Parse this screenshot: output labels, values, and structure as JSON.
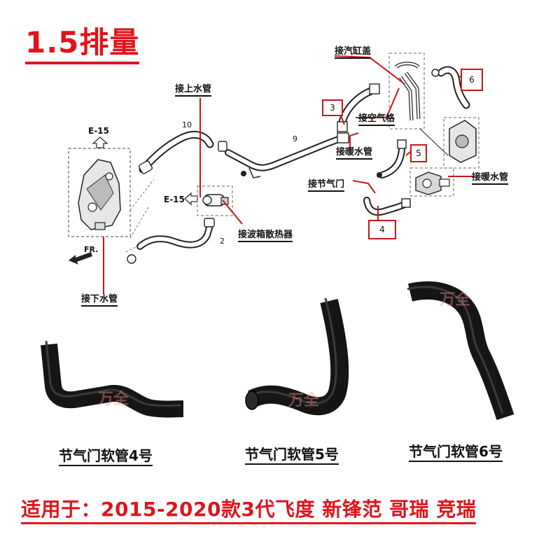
{
  "title": "1.5排量",
  "labels": {
    "upper_hose": "接上水管",
    "cylinder_cover": "接汽缸盖",
    "air_grille": "接空气格",
    "heater_hose_1": "接暖水管",
    "heater_hose_2": "接暖水管",
    "throttle": "接节气门",
    "trans_radiator": "接波箱散热器",
    "lower_hose": "接下水管"
  },
  "diagram": {
    "e15_top": "E-15",
    "e15_left": "E-15",
    "fr": "FR.",
    "num_10": "10",
    "num_9": "9",
    "num_2": "2",
    "num_3": "3",
    "num_4": "4",
    "num_5": "5",
    "num_6": "6"
  },
  "watermark": "万全",
  "parts": [
    {
      "label": "节气门软管4号"
    },
    {
      "label": "节气门软管5号"
    },
    {
      "label": "节气门软管6号"
    }
  ],
  "footer": "适用于：2015-2020款3代飞度 新锋范 哥瑞 竞瑞",
  "colors": {
    "accent": "#e0141b",
    "hose": "#111111"
  }
}
